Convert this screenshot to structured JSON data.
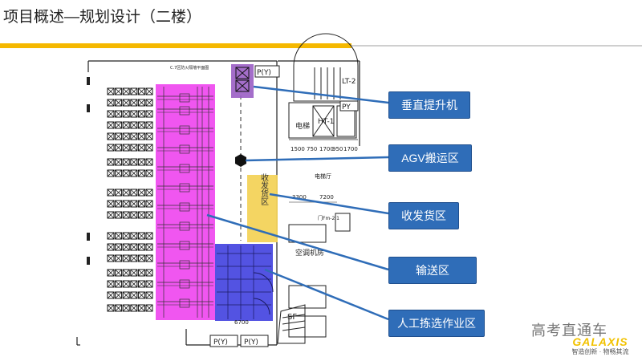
{
  "title": "项目概述—规划设计（二楼）",
  "callouts": [
    "垂直提升机",
    "AGV搬运区",
    "收发货区",
    "输送区",
    "人工拣选作业区"
  ],
  "plan": {
    "receiving_label": "收发货区",
    "pt_labels": [
      "P(Y)",
      "P(Y)",
      "PY",
      "P(Y)",
      "P(Y)"
    ],
    "lt_label": "LT-2",
    "elev_label": "电梯",
    "ht_label": "HT-1",
    "dims": [
      "1500",
      "750",
      "1700",
      "950",
      "1700"
    ],
    "hall_label": "电梯厅",
    "dim_3300": "3300",
    "dim_7200": "7200",
    "dim_6700": "6700",
    "sf_label": "SF",
    "room_label": "空调机房",
    "top_small": "C.7区防火隔墙平面图",
    "door_label": "门Fm-2.1"
  },
  "watermark": "高考直通车",
  "brand": {
    "name": "GALAXIS",
    "tagline": "智造创新 · 物畅其流"
  },
  "colors": {
    "accent": "#f5b800",
    "callout": "#2f6db8",
    "magenta": "#ee44ee",
    "blue": "#4a4ae0",
    "purple": "#9a5ec4",
    "yellow": "#f3d35a"
  }
}
